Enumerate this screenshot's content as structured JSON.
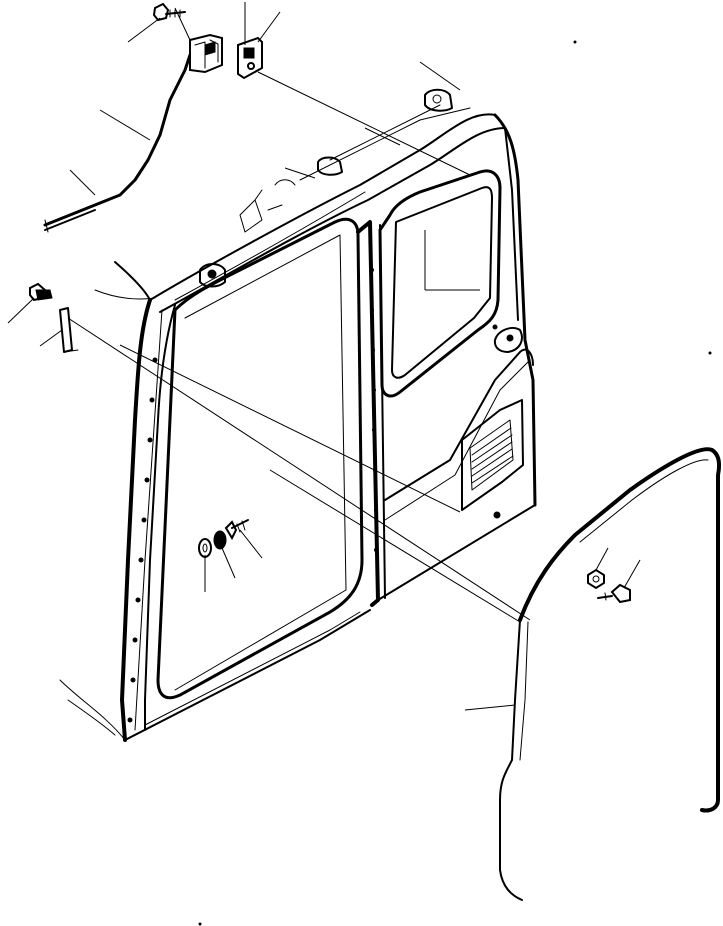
{
  "diagram": {
    "style": "monochrome exploded-view line drawing",
    "colors": {
      "ink": "#000000",
      "background": "#ffffff"
    },
    "parts": [
      {
        "name": "cab-shell"
      },
      {
        "name": "door-window-frame"
      },
      {
        "name": "door-weatherstrip-seal"
      },
      {
        "name": "door-hinge-bracket"
      },
      {
        "name": "door-stay-rod"
      },
      {
        "name": "retainer-clip"
      },
      {
        "name": "bolt"
      },
      {
        "name": "washer"
      },
      {
        "name": "nut"
      }
    ]
  }
}
